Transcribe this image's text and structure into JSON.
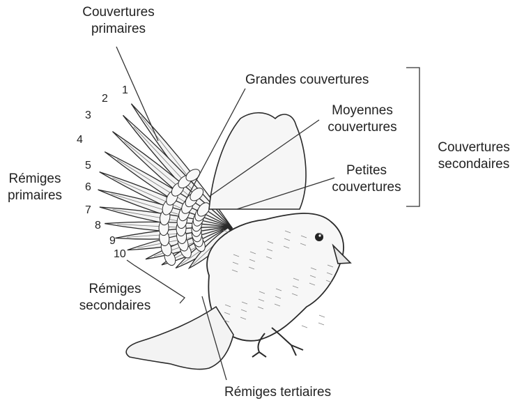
{
  "labels": {
    "couvertures_primaires": [
      "Couvertures",
      "primaires"
    ],
    "grandes_couvertures": "Grandes couvertures",
    "moyennes_couvertures": [
      "Moyennes",
      "couvertures"
    ],
    "petites_couvertures": [
      "Petites",
      "couvertures"
    ],
    "couvertures_secondaires": [
      "Couvertures",
      "secondaires"
    ],
    "remiges_primaires": [
      "Rémiges",
      "primaires"
    ],
    "remiges_secondaires": [
      "Rémiges",
      "secondaires"
    ],
    "remiges_tertiaires": "Rémiges tertiaires"
  },
  "primary_numbers": [
    "1",
    "2",
    "3",
    "4",
    "5",
    "6",
    "7",
    "8",
    "9",
    "10"
  ],
  "colors": {
    "ink": "#2a2a2a",
    "line": "#333333",
    "feather": "#f4f4f4"
  }
}
